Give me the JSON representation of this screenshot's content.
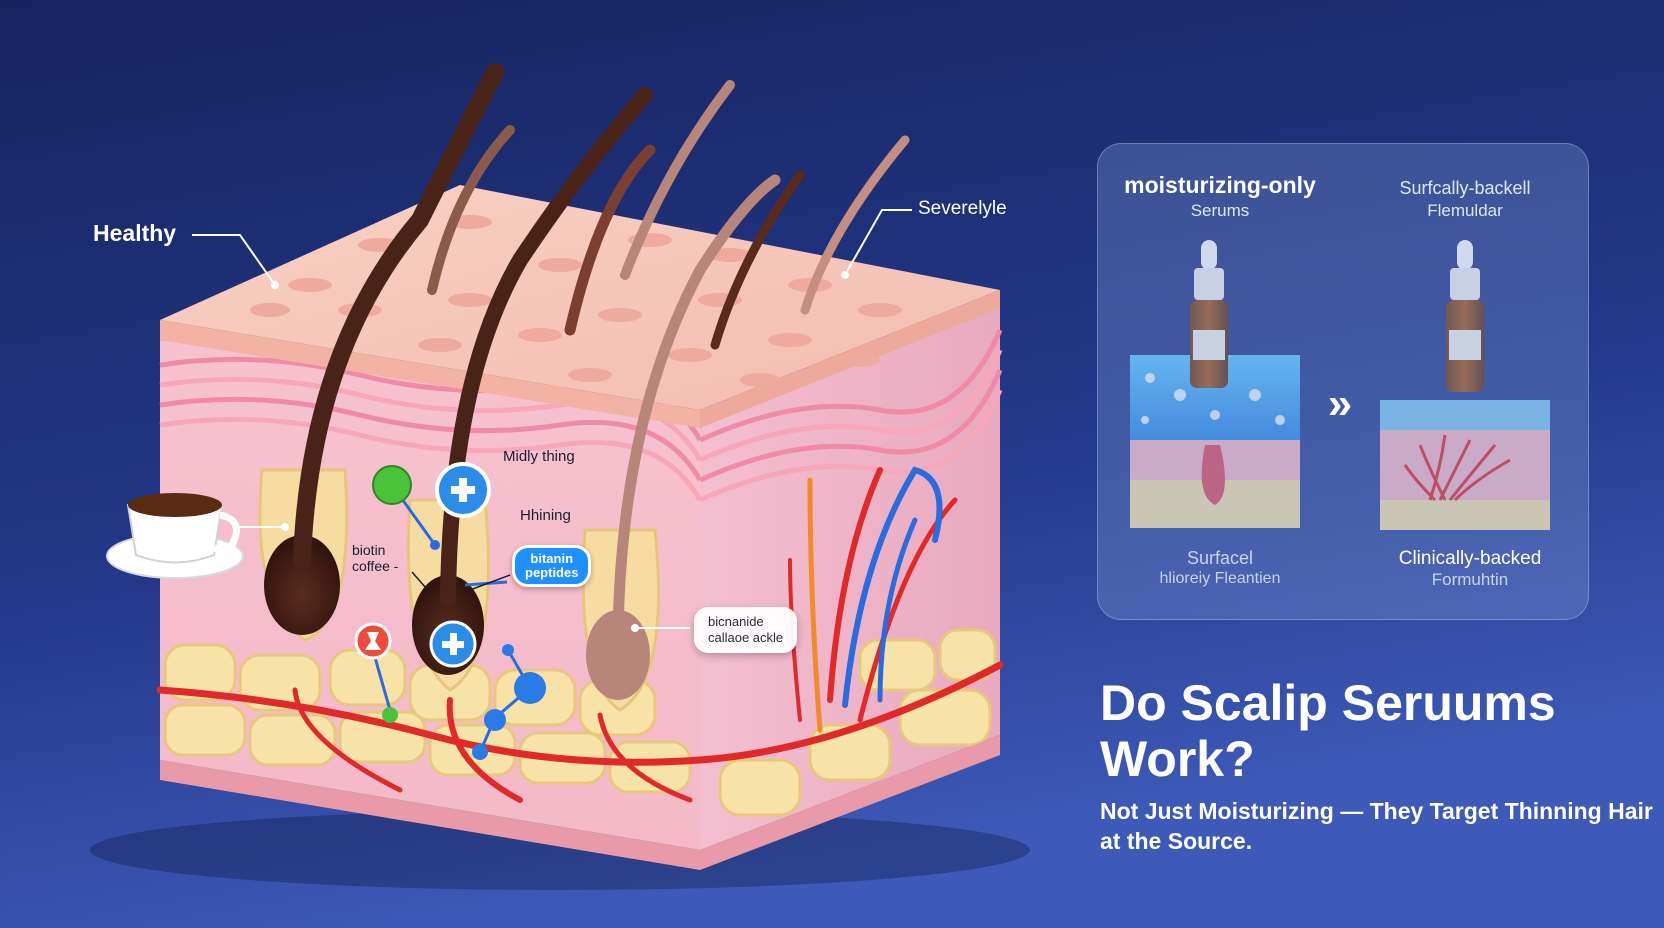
{
  "colors": {
    "background_top": "#1a2a6c",
    "background_bottom": "#3a56b0",
    "skin_top": "#f7c9bd",
    "skin_side": "#f6c4cf",
    "fat_layer": "#f7e2a8",
    "blood_vessel": "#e02a2a",
    "vein": "#2a6be0",
    "hair": "#4a2318",
    "serum_drop": "#2b8de8"
  },
  "diagram": {
    "label_healthy": "Healthy",
    "label_severe": "Severelyle",
    "label_mild": "Midly thing",
    "label_thinning": "Hhining",
    "label_biotin": "biotin\ncoffee -",
    "label_peptides": "bitanin\npeptides",
    "label_niacinamide": "bicnanide\ncallaoe ackle",
    "icons": [
      "coffee-cup-icon",
      "plus-icon",
      "leaf-molecule-icon",
      "flask-icon"
    ]
  },
  "comparison": {
    "left_title": "moisturizing-only",
    "left_subtitle": "Serums",
    "right_title": "Surfcally-backell",
    "right_subtitle": "Flemuldar",
    "arrow": "»",
    "left_caption_1": "Surfacel",
    "left_caption_2": "hlioreiy Fleantien",
    "right_caption_1": "Clinically-backed",
    "right_caption_2": "Formuhtin"
  },
  "headline": {
    "title": "Do Scalip Seruums Work?",
    "subtitle": "Not Just Moisturizing — They Target Thinning Hair at the Source."
  }
}
